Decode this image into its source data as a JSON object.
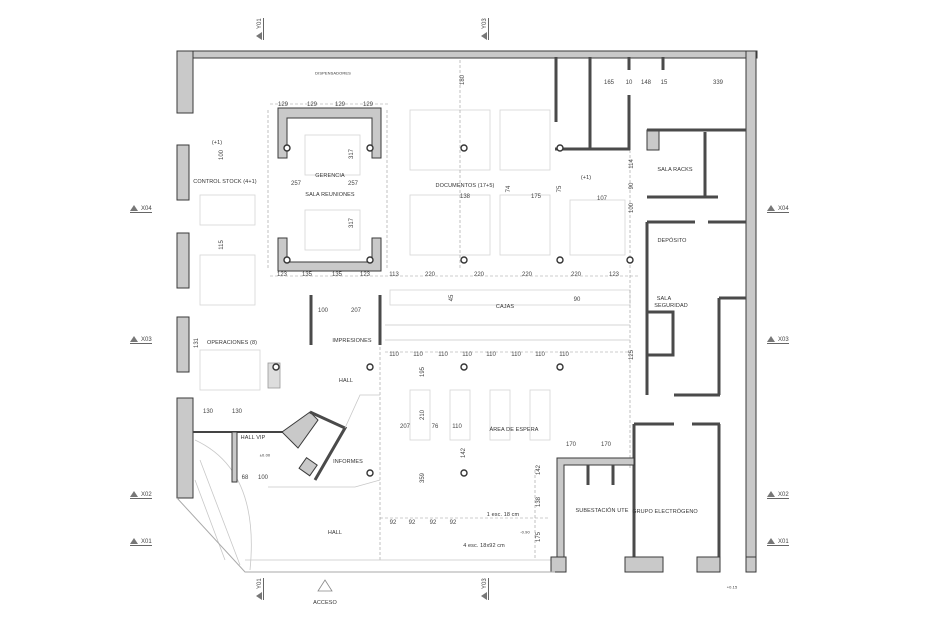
{
  "title": "Floor plan",
  "rooms": {
    "dispensadores": "DISPENSADORES",
    "gerencia": "GERENCIA",
    "sala_reuniones": "SALA REUNIONES",
    "control_stock": "CONTROL STOCK (4+1)",
    "plus_one_a": "(+1)",
    "documentos": "DOCUMENTOS (17+5)",
    "plus_one_b": "(+1)",
    "sala_racks": "SALA RACKS",
    "deposito": "DEPÓSITO",
    "sala_seguridad_1": "SALA",
    "sala_seguridad_2": "SEGURIDAD",
    "cajas": "CAJAS",
    "impresiones": "IMPRESIONES",
    "operaciones": "OPERACIONES (8)",
    "hall_1": "HALL",
    "hall_vip": "HALL VIP",
    "informes": "INFORMES",
    "area_espera": "ÁREA DE ESPERA",
    "subestacion": "SUBESTACIÓN UTE",
    "grupo": "GRUPO ELECTRÓGENO",
    "hall_2": "HALL",
    "acceso": "ACCESO"
  },
  "notes": {
    "stair_1": "1 esc. 18 cm",
    "stair_4": "4 esc. 18x92 cm",
    "level_a": "±0.00",
    "level_b": "-0.90",
    "level_c": "+0.15"
  },
  "axes": {
    "y01": "Y01",
    "y03": "Y03",
    "x01": "X01",
    "x02": "X02",
    "x03": "X03",
    "x04": "X04"
  },
  "dimensions": [
    "129",
    "129",
    "129",
    "129",
    "123",
    "135",
    "135",
    "123",
    "113",
    "257",
    "257",
    "317",
    "317",
    "220",
    "220",
    "220",
    "220",
    "123",
    "138",
    "175",
    "74",
    "75",
    "107",
    "165",
    "10",
    "148",
    "15",
    "339",
    "180",
    "207",
    "100",
    "110",
    "110",
    "110",
    "110",
    "110",
    "110",
    "110",
    "110",
    "130",
    "130",
    "207",
    "76",
    "110",
    "210",
    "195",
    "359",
    "142",
    "170",
    "170",
    "92",
    "92",
    "92",
    "92",
    "68",
    "100",
    "131",
    "100",
    "115",
    "45",
    "90",
    "142",
    "138",
    "175",
    "114",
    "90",
    "100",
    "125"
  ]
}
